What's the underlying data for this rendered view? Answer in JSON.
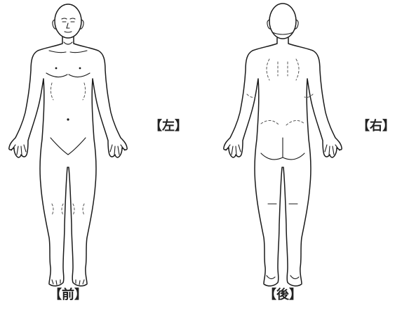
{
  "labels": {
    "left_side": "【左】",
    "right_side": "【右】",
    "front_view": "【前】",
    "back_view": "【後】"
  },
  "colors": {
    "line": "#1a1a1a",
    "background": "#ffffff"
  }
}
